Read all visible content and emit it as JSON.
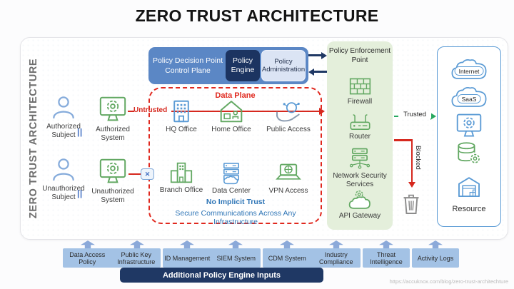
{
  "title": "ZERO TRUST ARCHITECTURE",
  "sidebar": {
    "label": "ZERO TRUST ARCHITECTURE"
  },
  "control_plane": {
    "line1": "Policy Decision Point",
    "line2": "Control Plane",
    "engine_line1": "Policy",
    "engine_line2": "Engine",
    "admin_line1": "Policy",
    "admin_line2": "Administration"
  },
  "actors": {
    "authorized_subject": "Authorized Subject",
    "authorized_system": "Authorized System",
    "unauthorized_subject": "Unauthorized Subject",
    "unauthorized_system": "Unauthorized System",
    "separator": "||",
    "blocked_cross": "✕"
  },
  "data_plane": {
    "title": "Data Plane",
    "untrusted_label": "Untrusted",
    "nodes": [
      "HQ Office",
      "Home Office",
      "Public Access",
      "Branch Office",
      "Data Center",
      "VPN Access"
    ],
    "note_line1": "No Implicit Trust",
    "note_line2": "Secure Communications Across Any Infrastructure"
  },
  "enforcement_point": {
    "title": "Policy Enforcement Point",
    "items": [
      "Firewall",
      "Router",
      "Network Security Services",
      "API Gateway"
    ]
  },
  "flows": {
    "trusted": "Trusted",
    "blocked": "Blocked"
  },
  "resource": {
    "label": "Resource",
    "internet": "Internet",
    "saas": "SaaS"
  },
  "policy_inputs": {
    "items": [
      "Data Access Policy",
      "Public Key Infrastructure",
      "ID Management",
      "SIEM System",
      "CDM System",
      "Industry Compliance",
      "Threat Intelligence",
      "Activity Logs"
    ],
    "footer_bar": "Additional Policy Engine Inputs"
  },
  "source_url": "https://accuknox.com/blog/zero-trust-architechture",
  "colors": {
    "navy": "#1f3864",
    "control_blue": "#5b87c5",
    "admin_light": "#dbe4f4",
    "red": "#d6281e",
    "pep_green_fill": "#e4efdb",
    "green_icon": "#62a862",
    "trusted_green": "#27a85f",
    "blue_icon": "#5b9bd5",
    "input_bar_blue": "#a3c2e5",
    "input_arrow_blue": "#8ba9d9"
  }
}
